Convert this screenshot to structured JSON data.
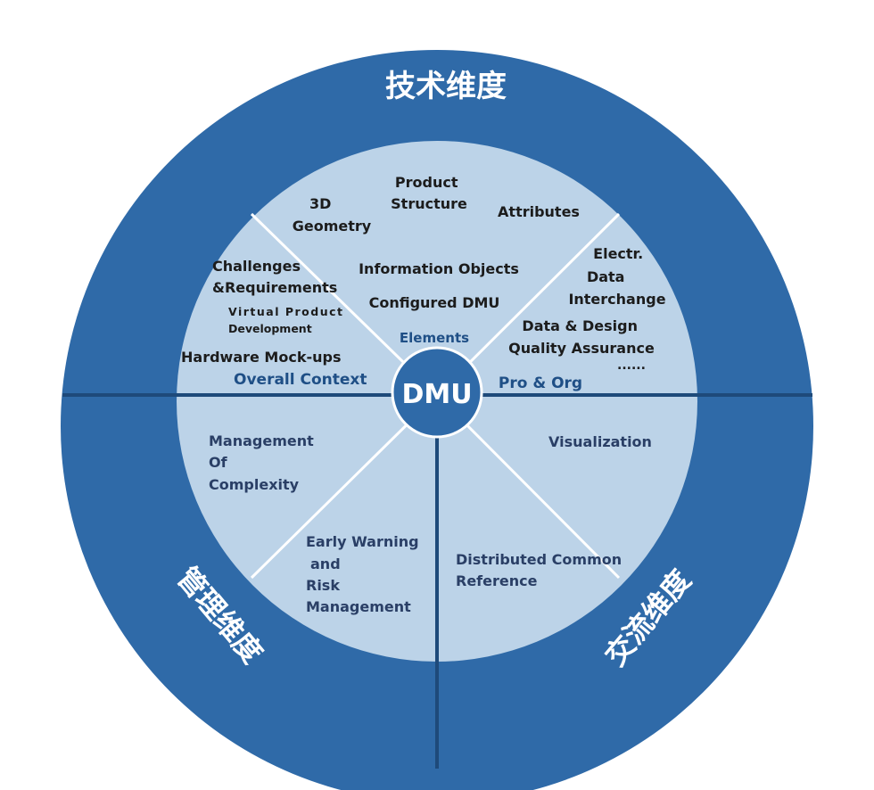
{
  "center": {
    "label": "DMU"
  },
  "dimensions": {
    "technical": "技术维度",
    "management": "管理维度",
    "communication": "交流维度"
  },
  "sectors": {
    "overall_context": "Overall Context",
    "elements": "Elements",
    "pro_org": "Pro & Org"
  },
  "items": {
    "geometry_3d": [
      "3D",
      "Geometry"
    ],
    "product_structure": [
      "Product",
      "Structure"
    ],
    "attributes": "Attributes",
    "electr_data_interchange": [
      "Electr.",
      "Data",
      "Interchange"
    ],
    "challenges_requirements": [
      "Challenges",
      "&Requirements"
    ],
    "virtual_product_development": [
      "Virtual Product",
      "Development"
    ],
    "hardware_mockups": "Hardware Mock-ups",
    "information_objects": "Information Objects",
    "configured_dmu": "Configured DMU",
    "data_design_qa": [
      "Data & Design",
      "Quality Assurance"
    ],
    "ellipsis": "......",
    "management_of_complexity": [
      "Management",
      "Of",
      "Complexity"
    ],
    "early_warning": [
      "Early Warning",
      "and",
      "Risk",
      "Management"
    ],
    "distributed_common_reference": [
      "Distributed Common",
      "Reference"
    ],
    "visualization": "Visualization"
  },
  "colors": {
    "outer_ring": "#2f6aa8",
    "inner_disc": "#bcd3e8",
    "center_circle": "#2f6aa8",
    "divider": "#1e4a7a",
    "spoke": "#ffffff"
  }
}
